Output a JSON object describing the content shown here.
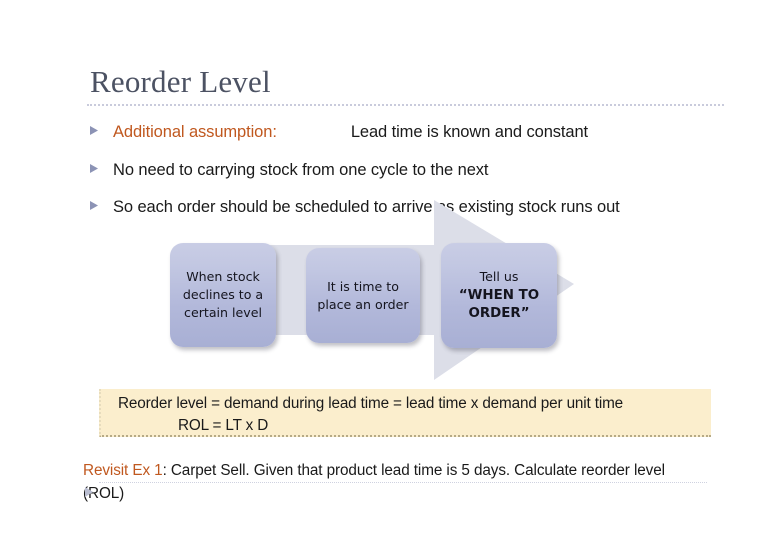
{
  "slide": {
    "title": "Reorder Level",
    "bullets": [
      {
        "lead": "Additional assumption:",
        "lead_color": "#c0581f",
        "rest": "Lead time is known and constant",
        "has_gap": true
      },
      {
        "lead": "",
        "rest": "No need to carrying stock from one cycle to the next",
        "has_gap": false
      },
      {
        "lead": "",
        "rest": "So each order should be scheduled to arrive as existing stock runs out",
        "has_gap": false
      }
    ],
    "process": {
      "arrow_color": "#dcdee8",
      "boxes": [
        {
          "name": "when-stock-declines",
          "lines": "When stock declines to a certain level",
          "emphasis": false
        },
        {
          "name": "time-to-place-order",
          "lines": "It is time to place an order",
          "emphasis": false
        },
        {
          "name": "tell-us-when-to-order",
          "lead": "Tell us",
          "lines": "“WHEN TO ORDER”",
          "emphasis": true
        }
      ],
      "box_gradient_top": "#c9cde5",
      "box_gradient_bottom": "#a8afd4"
    },
    "formula": {
      "background": "#fbeecd",
      "line1": "Reorder level =  demand during lead time = lead time x demand per unit time",
      "line2": "ROL =  LT x D"
    },
    "footer": {
      "label": "Revisit Ex 1",
      "label_color": "#c0581f",
      "text": ": Carpet Sell. Given that product lead time is 5 days. Calculate reorder level (ROL)"
    }
  }
}
